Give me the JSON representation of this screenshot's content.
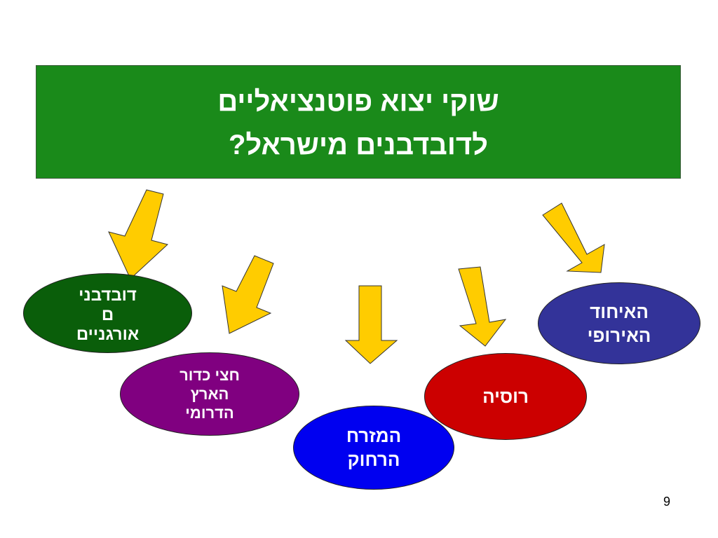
{
  "title": {
    "line1": "שוקי יצוא פוטנציאליים",
    "line2": "לדובדבנים מישראל?"
  },
  "nodes": {
    "organic": {
      "lines": [
        "דובדבני",
        "ם",
        "אורגניים"
      ],
      "color": "#0a5e0a"
    },
    "southern": {
      "lines": [
        "חצי כדור",
        "הארץ",
        "הדרומי"
      ],
      "color": "#800080"
    },
    "far_east": {
      "lines": [
        "המזרח",
        "הרחוק"
      ],
      "color": "#0000f0"
    },
    "russia": {
      "lines": [
        "רוסיה"
      ],
      "color": "#cc0000"
    },
    "eu": {
      "lines": [
        "האיחוד",
        "האירופי"
      ],
      "color": "#333399"
    }
  },
  "arrow_color": "#ffcc00",
  "slide_number": "9"
}
